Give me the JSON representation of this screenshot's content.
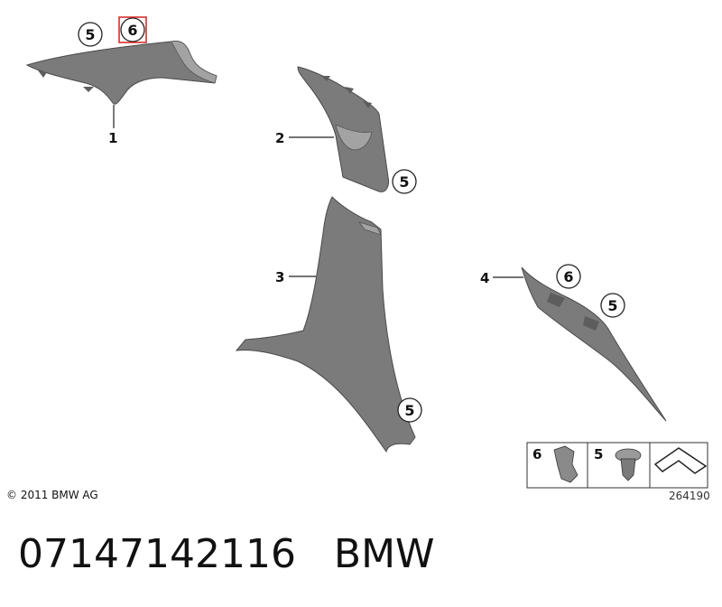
{
  "parts": [
    {
      "number": "1"
    },
    {
      "number": "2"
    },
    {
      "number": "3"
    },
    {
      "number": "4"
    }
  ],
  "callouts": {
    "c1": "5",
    "c2": "6",
    "c3": "5",
    "c4": "5",
    "c5": "6",
    "c6": "5"
  },
  "legend": {
    "item_a": "6",
    "item_b": "5"
  },
  "copyright": "© 2011 BMW AG",
  "diagram_ref": "264190",
  "caption": {
    "part_number": "07147142116",
    "brand": "BMW"
  },
  "colors": {
    "part": "#7b7b7b",
    "highlight_box": "#d32020"
  }
}
